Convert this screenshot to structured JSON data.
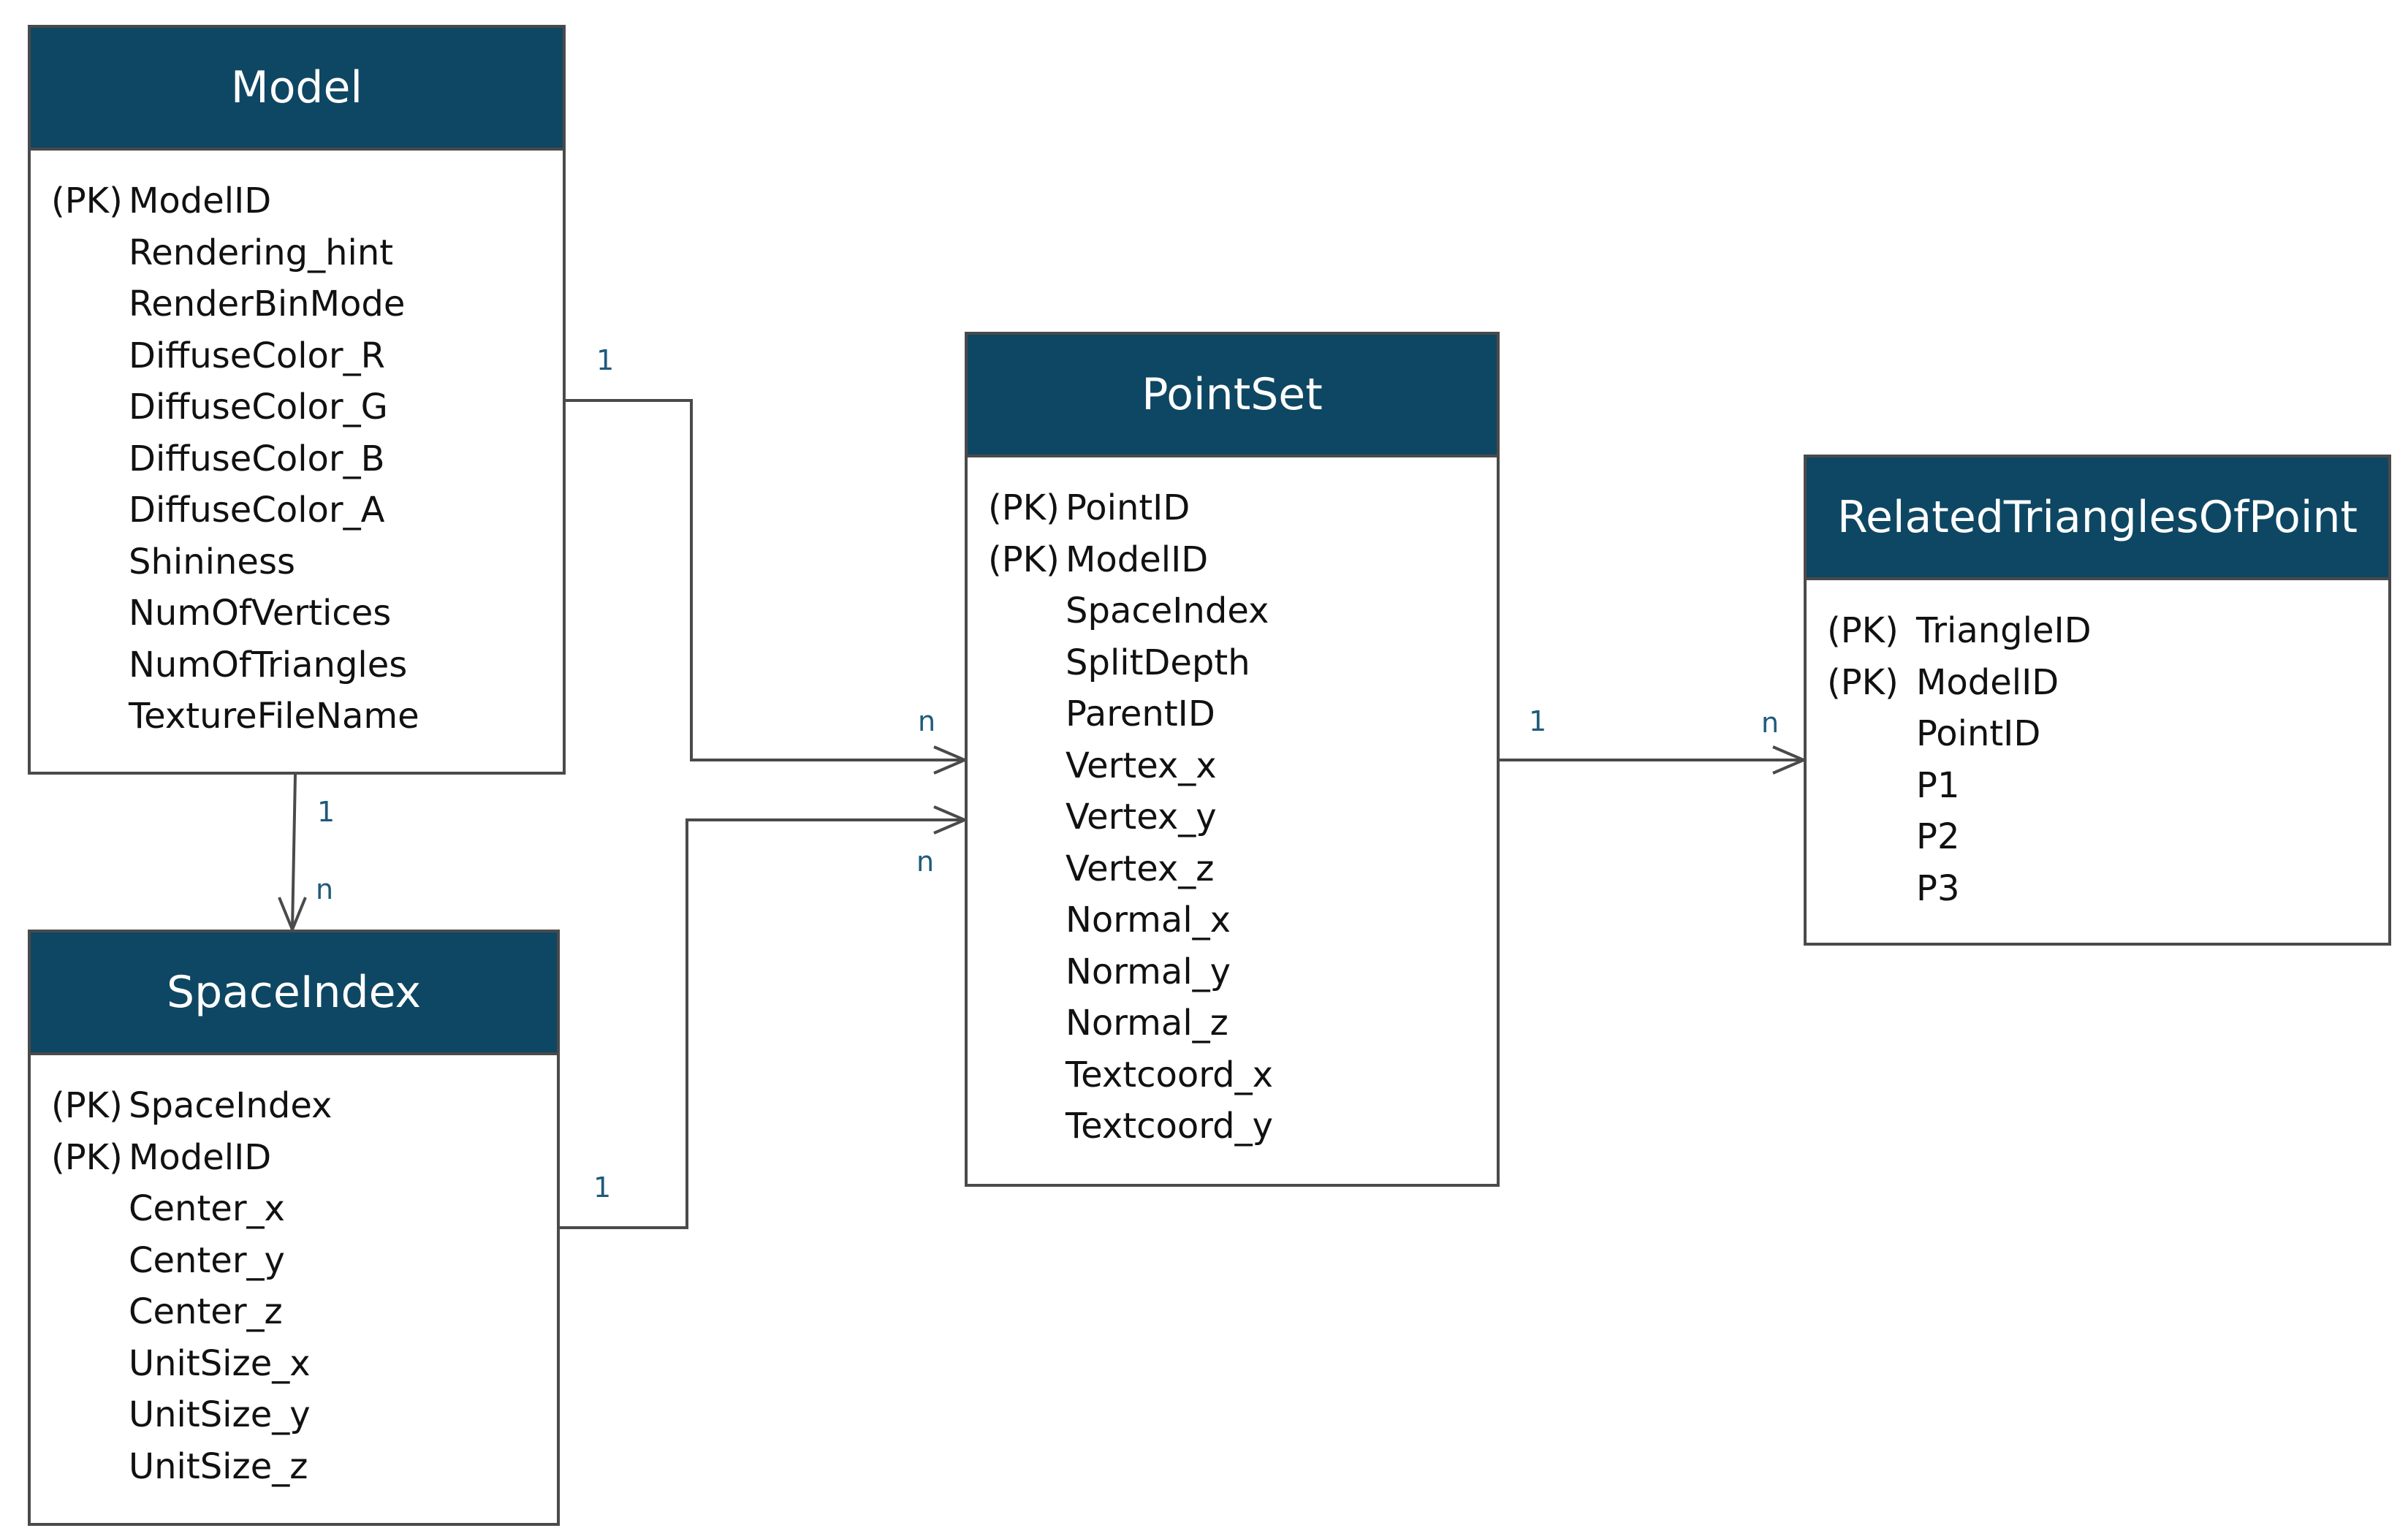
{
  "colors": {
    "header_bg": "#0e4763",
    "header_text": "#ffffff",
    "border": "#4a4a4a",
    "line": "#4a4a4a",
    "cardinality": "#1f5a7a"
  },
  "entities": {
    "model": {
      "title": "Model",
      "rows": [
        {
          "pk": "(PK)",
          "name": "ModelID"
        },
        {
          "pk": "",
          "name": "Rendering_hint"
        },
        {
          "pk": "",
          "name": "RenderBinMode"
        },
        {
          "pk": "",
          "name": "DiffuseColor_R"
        },
        {
          "pk": "",
          "name": "DiffuseColor_G"
        },
        {
          "pk": "",
          "name": "DiffuseColor_B"
        },
        {
          "pk": "",
          "name": "DiffuseColor_A"
        },
        {
          "pk": "",
          "name": "Shininess"
        },
        {
          "pk": "",
          "name": "NumOfVertices"
        },
        {
          "pk": "",
          "name": "NumOfTriangles"
        },
        {
          "pk": "",
          "name": "TextureFileName"
        }
      ]
    },
    "spaceindex": {
      "title": "SpaceIndex",
      "rows": [
        {
          "pk": "(PK)",
          "name": "SpaceIndex"
        },
        {
          "pk": "(PK)",
          "name": "ModelID"
        },
        {
          "pk": "",
          "name": "Center_x"
        },
        {
          "pk": "",
          "name": "Center_y"
        },
        {
          "pk": "",
          "name": "Center_z"
        },
        {
          "pk": "",
          "name": "UnitSize_x"
        },
        {
          "pk": "",
          "name": "UnitSize_y"
        },
        {
          "pk": "",
          "name": "UnitSize_z"
        }
      ]
    },
    "pointset": {
      "title": "PointSet",
      "rows": [
        {
          "pk": "(PK)",
          "name": "PointID"
        },
        {
          "pk": "(PK)",
          "name": "ModelID"
        },
        {
          "pk": "",
          "name": "SpaceIndex"
        },
        {
          "pk": "",
          "name": "SplitDepth"
        },
        {
          "pk": "",
          "name": "ParentID"
        },
        {
          "pk": "",
          "name": "Vertex_x"
        },
        {
          "pk": "",
          "name": "Vertex_y"
        },
        {
          "pk": "",
          "name": "Vertex_z"
        },
        {
          "pk": "",
          "name": "Normal_x"
        },
        {
          "pk": "",
          "name": "Normal_y"
        },
        {
          "pk": "",
          "name": "Normal_z"
        },
        {
          "pk": "",
          "name": "Textcoord_x"
        },
        {
          "pk": "",
          "name": "Textcoord_y"
        }
      ]
    },
    "related": {
      "title": "RelatedTrianglesOfPoint",
      "rows": [
        {
          "pk": "(PK)",
          "name": "TriangleID"
        },
        {
          "pk": "(PK)",
          "name": "ModelID"
        },
        {
          "pk": "",
          "name": "PointID"
        },
        {
          "pk": "",
          "name": "P1"
        },
        {
          "pk": "",
          "name": "P2"
        },
        {
          "pk": "",
          "name": "P3"
        }
      ]
    }
  },
  "relations": [
    {
      "from": "Model",
      "to": "PointSet",
      "from_card": "1",
      "to_card": "n"
    },
    {
      "from": "Model",
      "to": "SpaceIndex",
      "from_card": "1",
      "to_card": "n"
    },
    {
      "from": "SpaceIndex",
      "to": "PointSet",
      "from_card": "1",
      "to_card": "n"
    },
    {
      "from": "PointSet",
      "to": "RelatedTrianglesOfPoint",
      "from_card": "1",
      "to_card": "n"
    }
  ]
}
